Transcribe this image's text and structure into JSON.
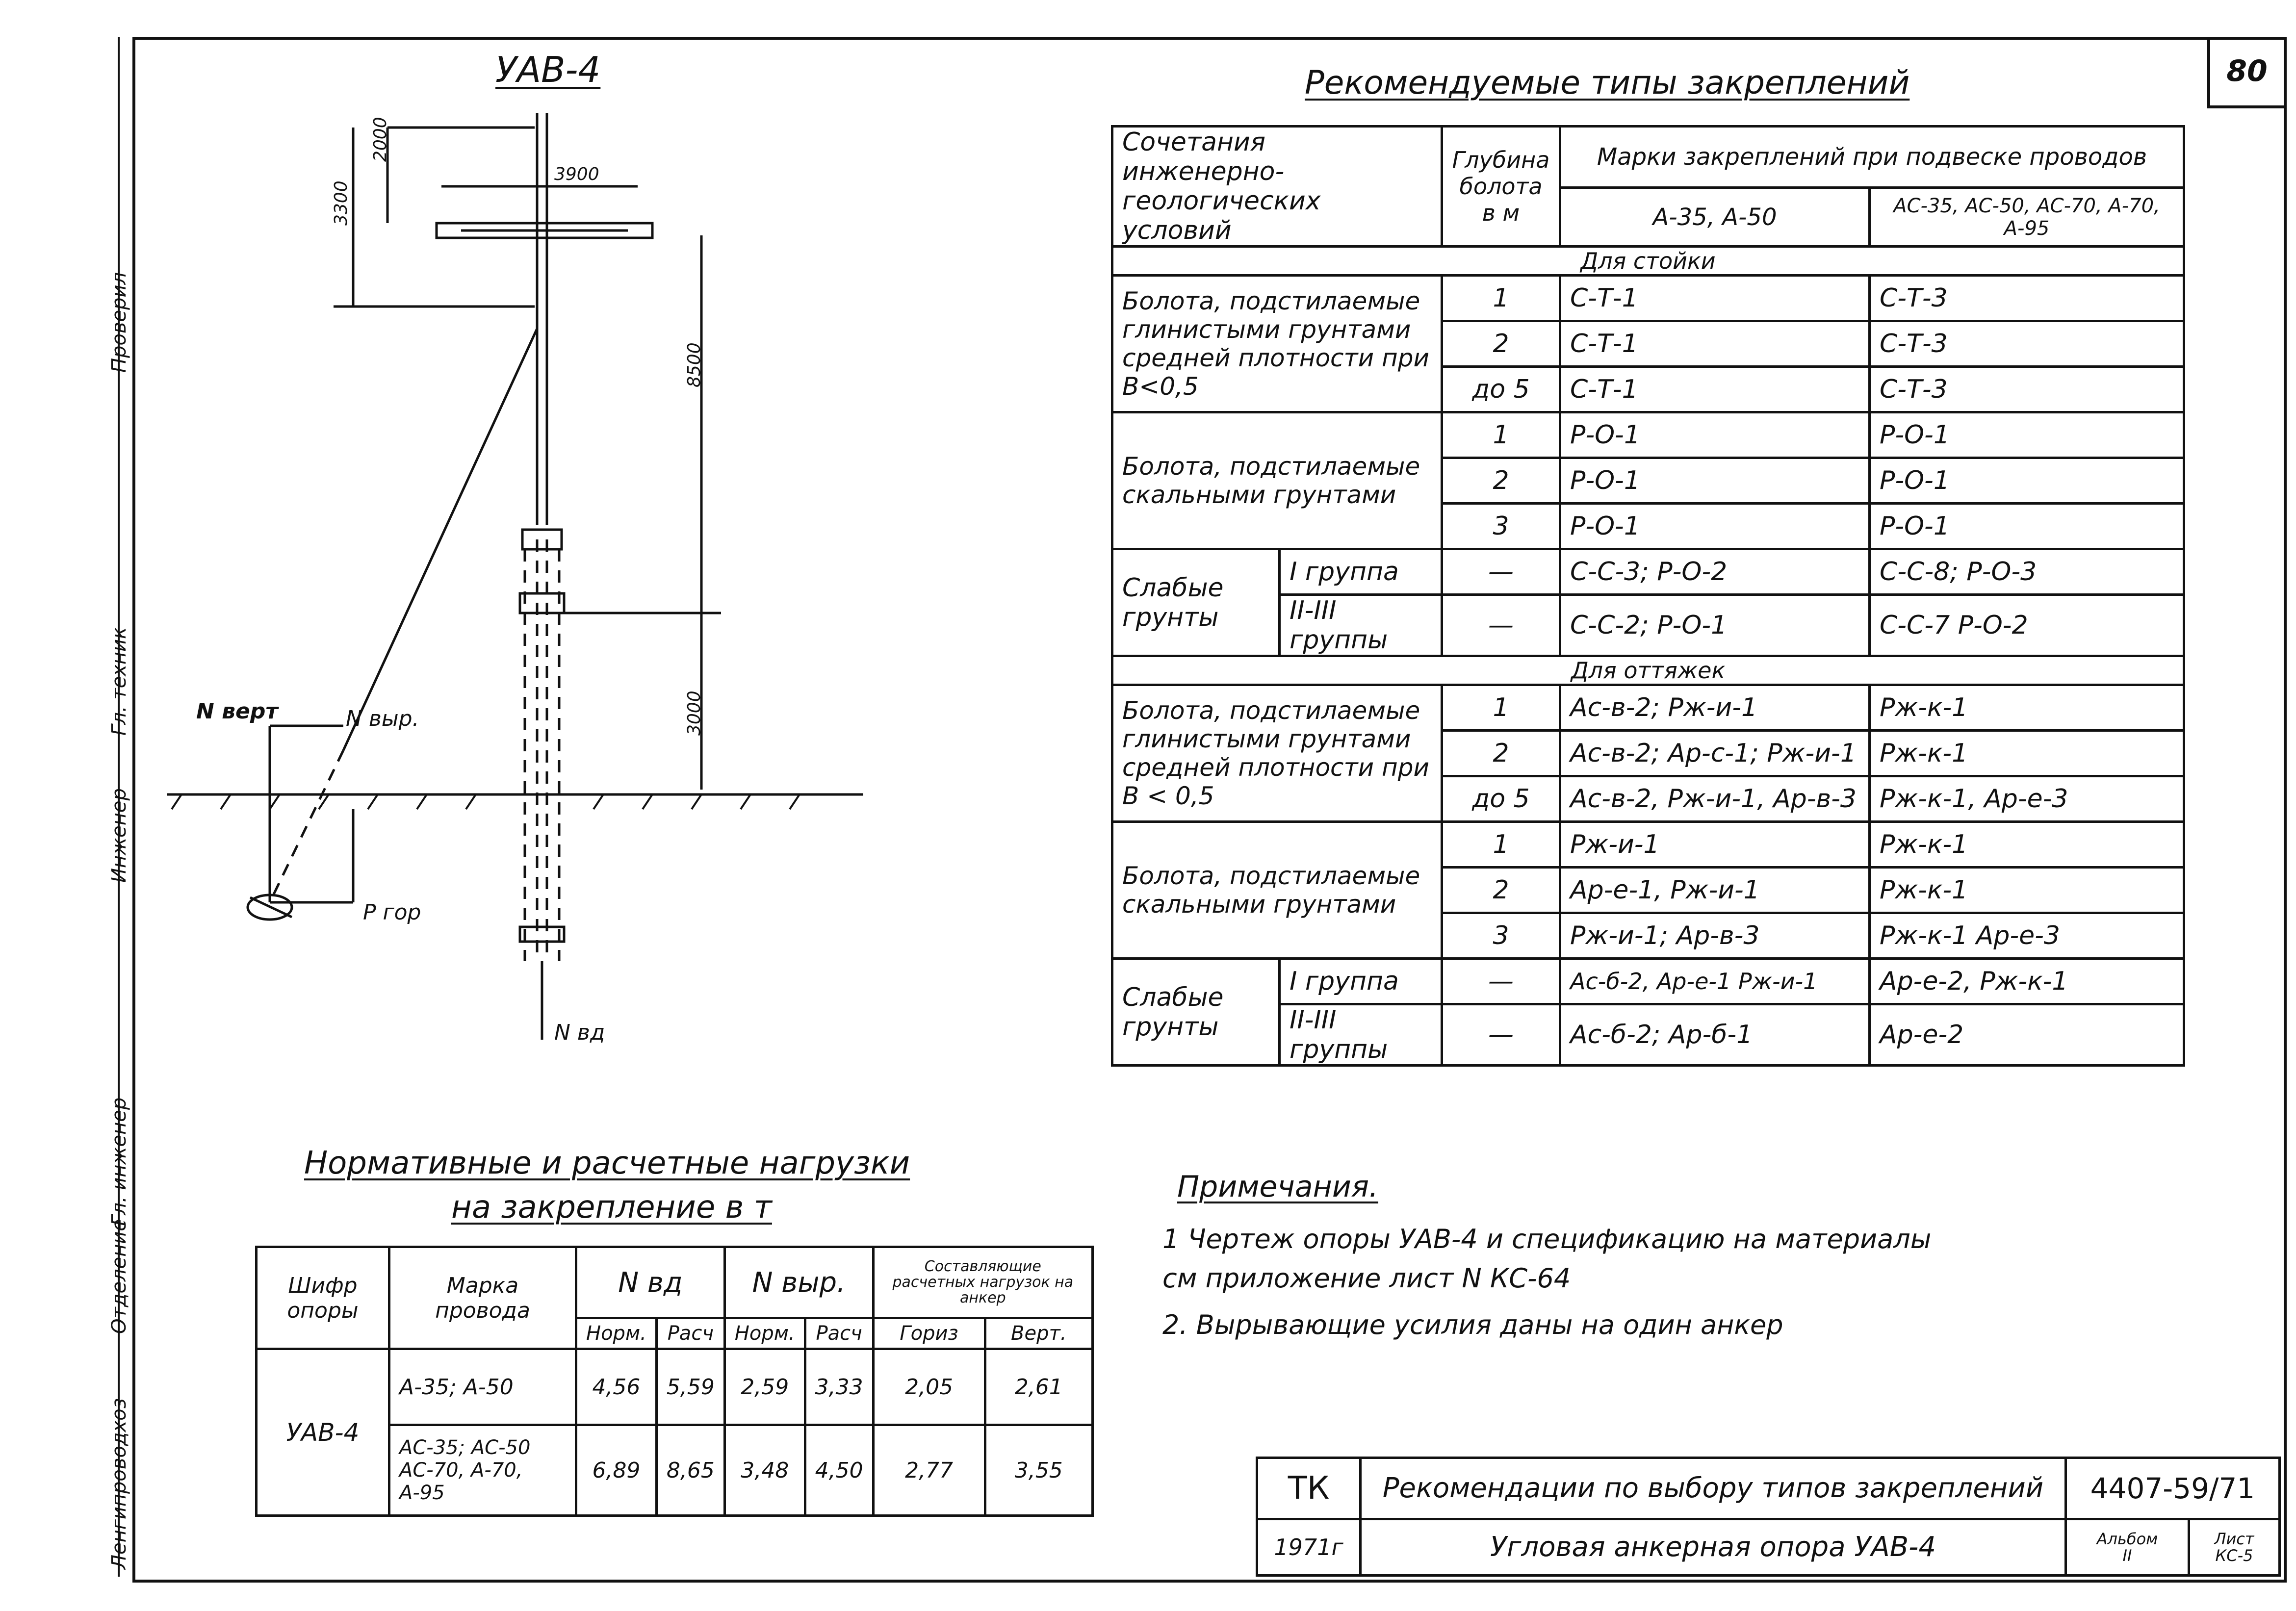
{
  "sheet_number": "80",
  "drawing": {
    "title": "УАВ-4",
    "dimensions": {
      "d2000_top": "2000",
      "d3300": "3300",
      "d3900": "3900",
      "d8500": "8500",
      "d3000": "3000"
    },
    "labels": {
      "n_vert": "N верт",
      "n_vyr": "N выр.",
      "p_gor": "P гор",
      "n_vd": "N вд"
    }
  },
  "recommended": {
    "title": "Рекомендуемые типы закреплений",
    "headers": {
      "conditions": "Сочетания инженерно-геологических условий",
      "depth": "Глубина болота в м",
      "brands": "Марки закреплений при подвеске проводов",
      "wire_a": "А-35, А-50",
      "wire_b": "АС-35, АС-50, АС-70, А-70, А-95"
    },
    "section_pole": "Для стойки",
    "section_guy": "Для оттяжек",
    "pole_rows": [
      {
        "group": "Болота, подстилаемые глинистыми грунтами средней плотности при B<0,5",
        "depth": "1",
        "a": "С-Т-1",
        "b": "С-Т-3"
      },
      {
        "depth": "2",
        "a": "С-Т-1",
        "b": "С-Т-3"
      },
      {
        "depth": "до 5",
        "a": "С-Т-1",
        "b": "С-Т-3"
      },
      {
        "group": "Болота, подстилаемые скальными грунтами",
        "depth": "1",
        "a": "Р-О-1",
        "b": "Р-О-1"
      },
      {
        "depth": "2",
        "a": "Р-О-1",
        "b": "Р-О-1"
      },
      {
        "depth": "3",
        "a": "Р-О-1",
        "b": "Р-О-1"
      },
      {
        "group": "Слабые грунты",
        "sub": "I группа",
        "depth": "—",
        "a": "С-С-3; Р-О-2",
        "b": "С-С-8; Р-О-3"
      },
      {
        "sub": "II-III группы",
        "depth": "—",
        "a": "С-С-2; Р-О-1",
        "b": "С-С-7 Р-О-2"
      }
    ],
    "guy_rows": [
      {
        "group": "Болота, подстилаемые глинистыми грунтами средней плотности при B < 0,5",
        "depth": "1",
        "a": "Ас-в-2; Рж-и-1",
        "b": "Рж-к-1"
      },
      {
        "depth": "2",
        "a": "Ас-в-2; Ар-с-1; Рж-и-1",
        "b": "Рж-к-1"
      },
      {
        "depth": "до 5",
        "a": "Ас-в-2, Рж-и-1, Ар-в-3",
        "b": "Рж-к-1, Ар-е-3"
      },
      {
        "group": "Болота, подстилаемые скальными грунтами",
        "depth": "1",
        "a": "Рж-и-1",
        "b": "Рж-к-1"
      },
      {
        "depth": "2",
        "a": "Ар-е-1, Рж-и-1",
        "b": "Рж-к-1"
      },
      {
        "depth": "3",
        "a": "Рж-и-1; Ар-в-3",
        "b": "Рж-к-1 Ар-е-3"
      },
      {
        "group": "Слабые грунты",
        "sub": "I группа",
        "depth": "—",
        "a": "Ас-б-2, Ар-е-1 Рж-и-1",
        "b": "Ар-е-2, Рж-к-1"
      },
      {
        "sub": "II-III группы",
        "depth": "—",
        "a": "Ас-б-2; Ар-б-1",
        "b": "Ар-е-2"
      }
    ]
  },
  "loads": {
    "title_line1": "Нормативные и расчетные нагрузки",
    "title_line2": "на закрепление в т",
    "headers": {
      "code": "Шифр опоры",
      "wire": "Марка провода",
      "nvd": "N вд",
      "nvyr": "N выр.",
      "components": "Составляющие расчетных нагрузок на анкер",
      "norm": "Норм.",
      "calc": "Расч",
      "horiz": "Гориз",
      "vert": "Верт."
    },
    "code": "УАВ-4",
    "rows": [
      {
        "wire": "А-35; А-50",
        "v": [
          "4,56",
          "5,59",
          "2,59",
          "3,33",
          "2,05",
          "2,61"
        ]
      },
      {
        "wire": "АС-35; АС-50 АС-70, А-70, А-95",
        "v": [
          "6,89",
          "8,65",
          "3,48",
          "4,50",
          "2,77",
          "3,55"
        ]
      }
    ]
  },
  "notes": {
    "title": "Примечания.",
    "line1": "1 Чертеж опоры УАВ-4 и спецификацию на материалы",
    "line1b": "см приложение лист N КС-64",
    "line2": "2. Вырывающие усилия даны на один анкер"
  },
  "stamp": {
    "org": "ТК",
    "year": "1971г",
    "title1": "Рекомендации по выбору типов закреплений",
    "title2": "Угловая анкерная опора УАВ-4",
    "code": "4407-59/71",
    "album_label": "Альбом",
    "album": "II",
    "sheet_label": "Лист",
    "sheet": "КС-5"
  },
  "sidebar": {
    "s1": "Ленгипроводхоз",
    "s2": "Отделение",
    "s3": "Гл. инженер",
    "s4": "Инженер",
    "s5": "Гл. техник",
    "s6": "Проверил"
  }
}
